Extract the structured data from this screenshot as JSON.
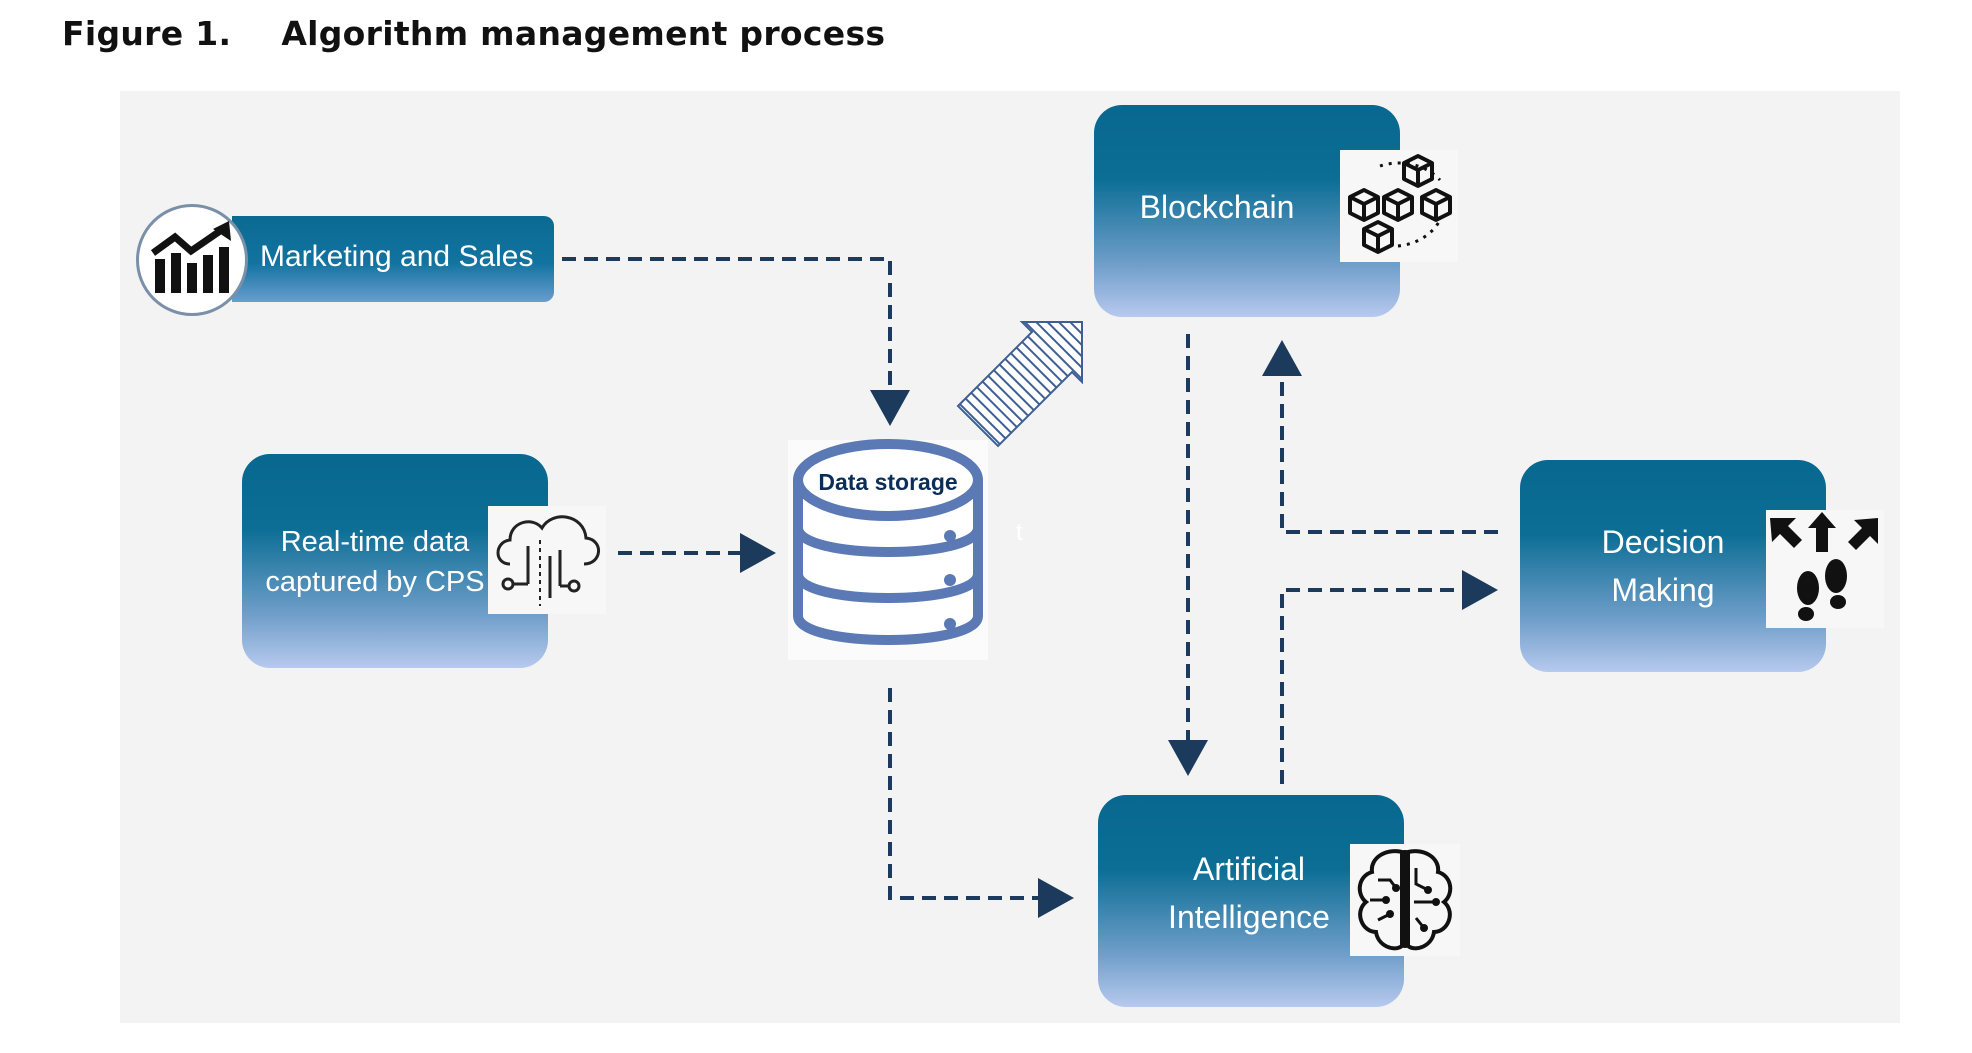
{
  "figure": {
    "number": "Figure 1.",
    "title": "Algorithm management process"
  },
  "nodes": {
    "marketing": "Marketing and Sales",
    "realtime_line1": "Real-time data",
    "realtime_line2": "captured by CPS",
    "storage": "Data storage",
    "blockchain": "Blockchain",
    "ai_line1": "Artificial",
    "ai_line2": "Intelligence",
    "decision_line1": "Decision",
    "decision_line2": "Making",
    "stray_mark": "t"
  },
  "colors": {
    "box_top": "#08688f",
    "box_bottom": "#b7c9ee",
    "arrow": "#1b3a5c",
    "db_outline": "#5a79b5",
    "panel": "#f3f3f3"
  },
  "icons": [
    "chart-growth-icon",
    "cloud-circuit-icon",
    "database-icon",
    "blockchain-cubes-icon",
    "brain-circuit-icon",
    "decision-arrows-footsteps-icon"
  ]
}
